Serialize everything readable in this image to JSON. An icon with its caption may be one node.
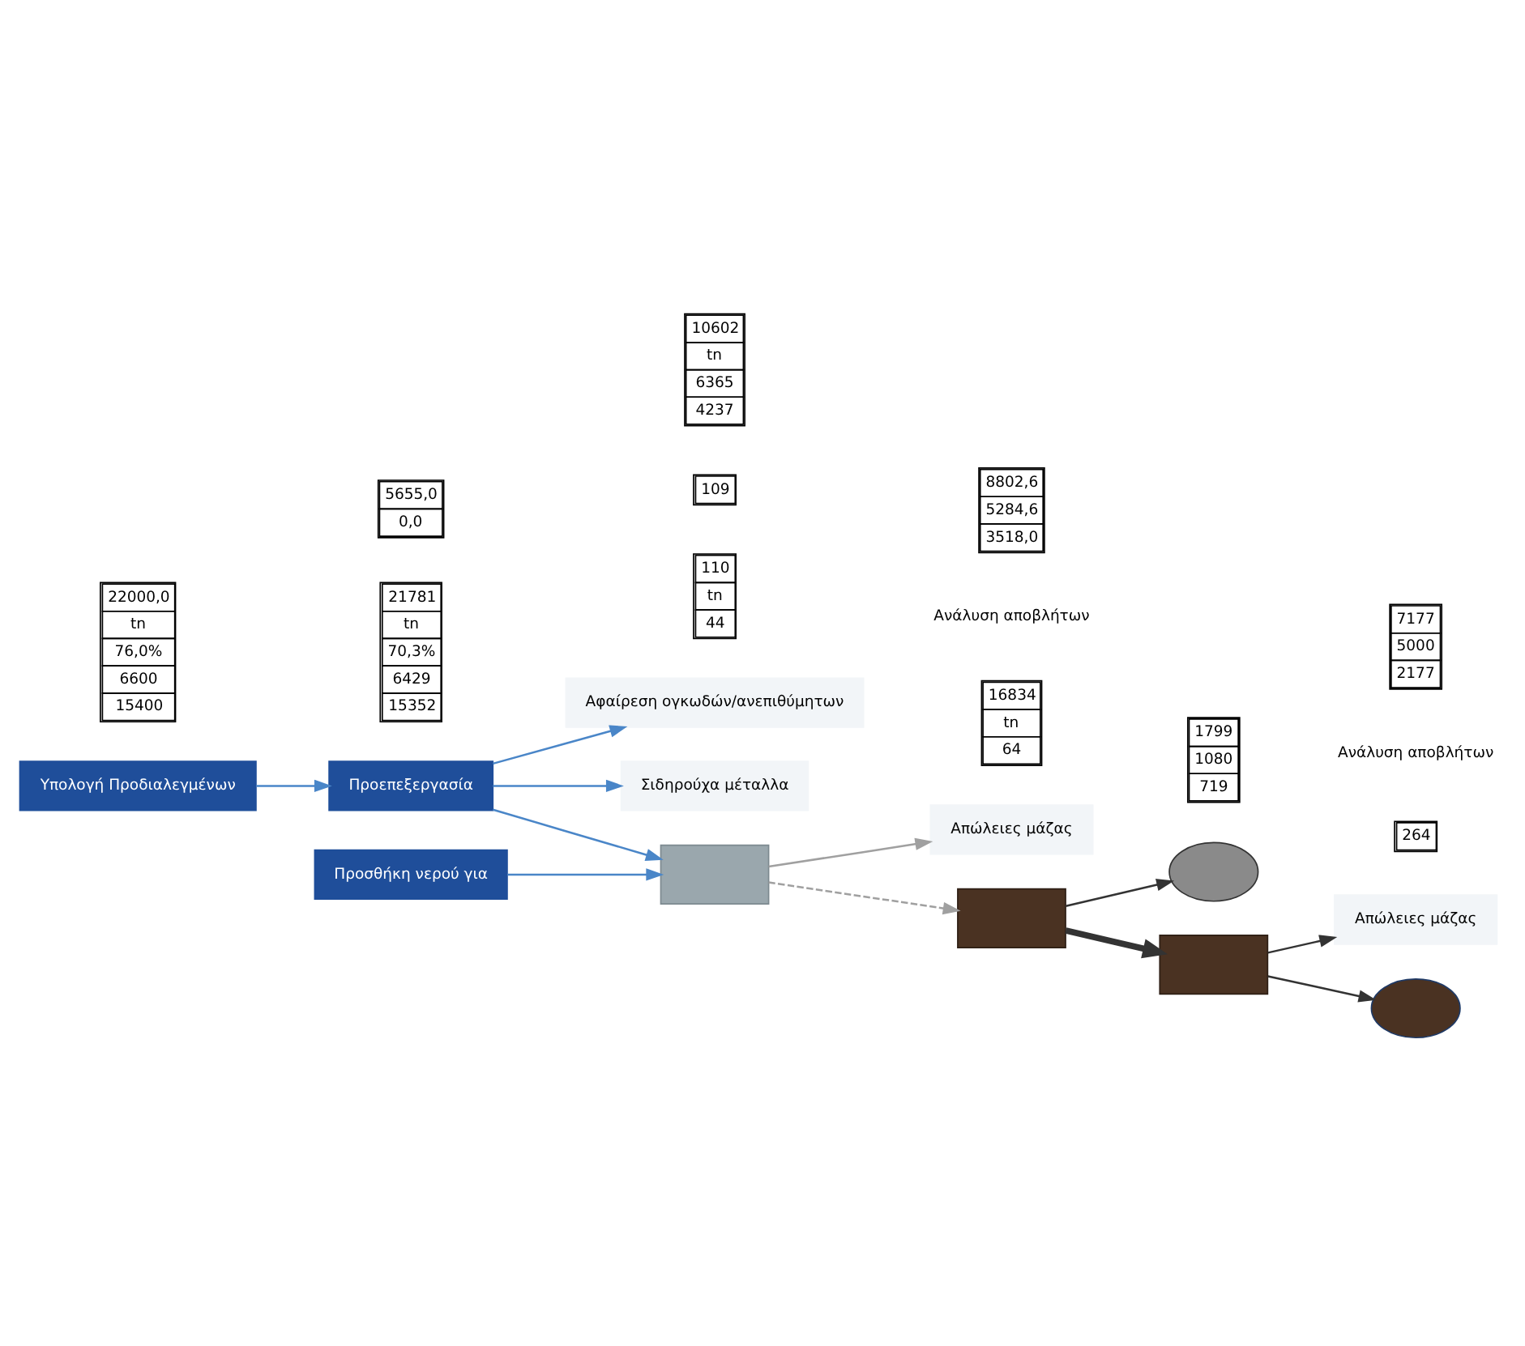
{
  "diagram": {
    "nodes": [
      {
        "text": [
          "Υπολογή Προδιαλεγμένων"
        ]
      },
      {
        "text": [
          "Προεπεξεργασία"
        ]
      },
      {
        "text": [
          "Αφαίρεση ογκωδών/ανεπιθύμητων"
        ]
      },
      {
        "text": [
          "Σιδηρούχα μέταλλα"
        ]
      },
      {
        "text": [],
        "shape": "box"
      },
      {
        "text": [
          "Απώλειες μάζας"
        ]
      },
      {
        "text": [
          "Προσθήκη νερού για"
        ]
      },
      {
        "text": [],
        "shape": "box"
      },
      {
        "text": [],
        "shape": "ellipse"
      },
      {
        "text": [],
        "shape": "box"
      },
      {
        "text": [
          "Απώλειες μάζας"
        ]
      },
      {
        "text": [],
        "shape": "ellipse"
      }
    ],
    "edges": [
      {
        "from": 0,
        "to": 1,
        "arrow": "to"
      },
      {
        "from": 1,
        "to": 2,
        "arrow": "to"
      },
      {
        "from": 1,
        "to": 3,
        "arrow": "to"
      },
      {
        "from": 1,
        "to": 4,
        "arrow": "to"
      },
      {
        "from": 6,
        "to": 4,
        "arrow": "to"
      },
      {
        "from": 4,
        "to": 5,
        "arrow": "to",
        "color": "#a0a0a0"
      },
      {
        "from": 4,
        "to": 7,
        "arrow": "to",
        "style": "dashed",
        "color": "#a0a0a0"
      },
      {
        "from": 7,
        "to": 8,
        "arrow": "to",
        "color": "#333333"
      },
      {
        "from": 7,
        "to": 9,
        "arrow": "to",
        "style": "thick",
        "color": "#333333"
      },
      {
        "from": 9,
        "to": 10,
        "arrow": "to",
        "color": "#333333"
      },
      {
        "from": 9,
        "to": 11,
        "arrow": "to",
        "color": "#333333"
      }
    ],
    "labels": [
      "22000,0",
      "tn",
      "76,0%",
      "6600",
      "15400",
      "110",
      "tn",
      "44",
      "109",
      "16834",
      "tn",
      "64",
      "Ανάλυση αποβλήτων",
      "21781",
      "tn",
      "70,3%",
      "6429",
      "15352",
      "10602",
      "tn",
      "6365",
      "4237",
      "8802,6",
      "5284,6",
      "3518,0",
      "264",
      "Ανάλυση αποβλήτων",
      "5655,0",
      "0,0",
      "1799",
      "1080",
      "719",
      "7177",
      "5000",
      "2177"
    ]
  }
}
